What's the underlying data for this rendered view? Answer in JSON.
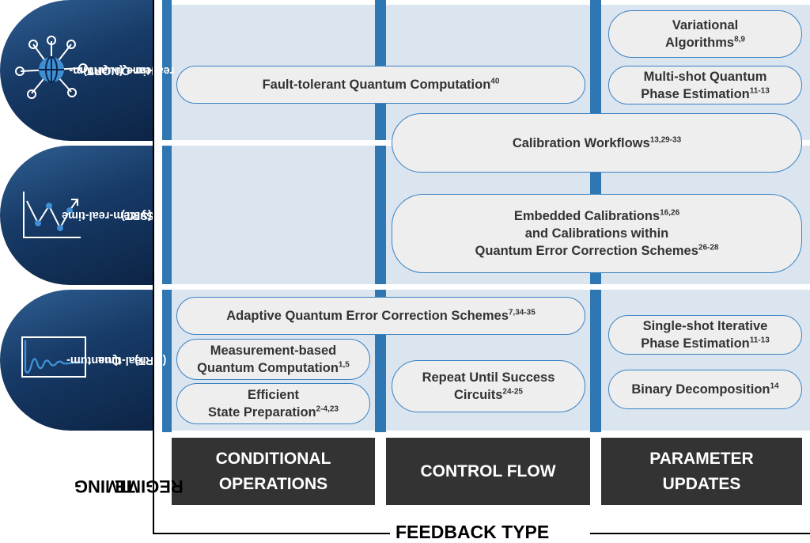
{
  "timing_regimes": {
    "nqrt": {
      "line1": "Near-Quuantum-",
      "line2": "real-time (NQRT)"
    },
    "srt": {
      "line1": "System-real-time",
      "line2": "(SRT)"
    },
    "qrt": {
      "line1": "Quantum-",
      "line2": "real-time",
      "line3": "(QRT)"
    }
  },
  "icons": {
    "nqrt": "network-globe-icon",
    "srt": "trend-chart-icon",
    "qrt": "damped-oscillation-icon"
  },
  "columns": {
    "conditional": {
      "line1": "CONDITIONAL",
      "line2": "OPERATIONS"
    },
    "control": {
      "label": "CONTROL FLOW"
    },
    "parameter": {
      "line1": "PARAMETER",
      "line2": "UPDATES"
    }
  },
  "axes": {
    "x_title": "FEEDBACK TYPE",
    "y_title_line1": "TIMING",
    "y_title_line2": "REGIME"
  },
  "pills": {
    "variational": {
      "l1": "Variational",
      "l2": "Algorithms",
      "ref": "8,9"
    },
    "fault_tolerant": {
      "l1": "Fault-tolerant Quantum Computation",
      "ref": "40"
    },
    "multishot": {
      "l1": "Multi-shot Quantum",
      "l2": "Phase Estimation",
      "ref": "11-13"
    },
    "calibration": {
      "l1": "Calibration Workflows",
      "ref": "13,29-33"
    },
    "embedded": {
      "l1": "Embedded Calibrations",
      "ref1": "16,26",
      "l2": "and Calibrations within",
      "l3": "Quantum Error Correction Schemes",
      "ref3": "26-28"
    },
    "adaptive": {
      "l1": "Adaptive Quantum Error Correction Schemes",
      "ref": "7,34-35"
    },
    "single_shot": {
      "l1": "Single-shot Iterative",
      "l2": "Phase Estimation",
      "ref": "11-13"
    },
    "measurement": {
      "l1": "Measurement-based",
      "l2": "Quantum Computation",
      "ref": "1,5"
    },
    "repeat": {
      "l1": "Repeat Until Success",
      "l2": "Circuits",
      "ref": "24-25"
    },
    "binary": {
      "l1": "Binary Decomposition",
      "ref": "14"
    },
    "efficient": {
      "l1": "Efficient",
      "l2": "State Preparation",
      "ref": "2-4,23"
    }
  },
  "colors": {
    "tab_dark": "#0c2446",
    "tab_light": "#2f5f93",
    "grid_cell": "#dbe5f0",
    "column_bar": "#2f77b3",
    "pill_border": "#3a82c2",
    "pill_fill": "#eeeeee",
    "header_box": "#333333"
  }
}
